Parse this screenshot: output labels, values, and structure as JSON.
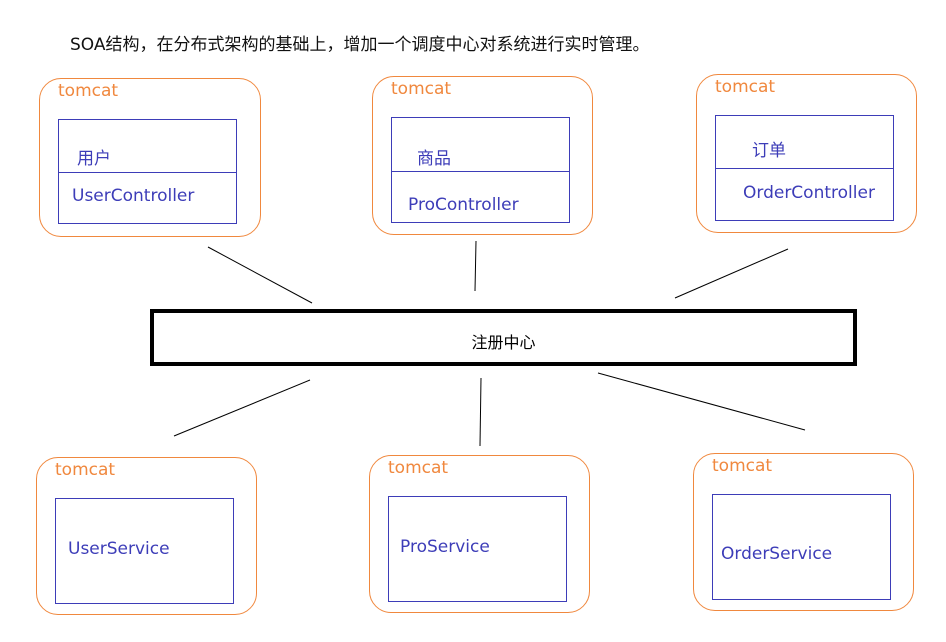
{
  "title": "SOA结构，在分布式架构的基础上，增加一个调度中心对系统进行实时管理。",
  "registry": {
    "label": "注册中心"
  },
  "controllers": [
    {
      "container": "tomcat",
      "module": "用户",
      "component": "UserController"
    },
    {
      "container": "tomcat",
      "module": "商品",
      "component": "ProController"
    },
    {
      "container": "tomcat",
      "module": "订单",
      "component": "OrderController"
    }
  ],
  "services": [
    {
      "container": "tomcat",
      "component": "UserService"
    },
    {
      "container": "tomcat",
      "component": "ProService"
    },
    {
      "container": "tomcat",
      "component": "OrderService"
    }
  ],
  "colors": {
    "container_border": "#f0883e",
    "component_border": "#3d3db8",
    "registry_border": "#000000"
  }
}
